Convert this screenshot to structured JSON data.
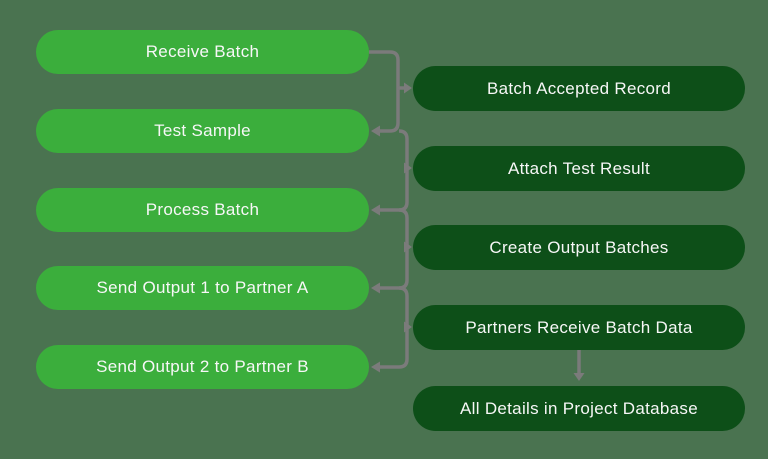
{
  "diagram": {
    "type": "flowchart",
    "left_steps": [
      {
        "label": "Receive Batch"
      },
      {
        "label": "Test Sample"
      },
      {
        "label": "Process Batch"
      },
      {
        "label": "Send Output 1 to Partner A"
      },
      {
        "label": "Send Output 2 to Partner B"
      }
    ],
    "right_steps": [
      {
        "label": "Batch Accepted Record"
      },
      {
        "label": "Attach Test Result"
      },
      {
        "label": "Create Output Batches"
      },
      {
        "label": "Partners Receive Batch Data"
      },
      {
        "label": "All Details in Project Database"
      }
    ],
    "connections": [
      {
        "from": "Receive Batch",
        "to": "Batch Accepted Record"
      },
      {
        "from": "Batch Accepted Record",
        "to": "Test Sample"
      },
      {
        "from": "Test Sample",
        "to": "Attach Test Result"
      },
      {
        "from": "Attach Test Result",
        "to": "Process Batch"
      },
      {
        "from": "Process Batch",
        "to": "Create Output Batches"
      },
      {
        "from": "Create Output Batches",
        "to": "Send Output 1 to Partner A"
      },
      {
        "from": "Send Output 1 to Partner A",
        "to": "Partners Receive Batch Data"
      },
      {
        "from": "Partners Receive Batch Data",
        "to": "Send Output 2 to Partner B"
      },
      {
        "from": "Partners Receive Batch Data",
        "to": "All Details in Project Database"
      }
    ]
  },
  "colors": {
    "background": "#4A7350",
    "left_box": "#3BAE3C",
    "right_box": "#0D4F18",
    "connector": "#7B7B7B",
    "text": "#F7F7F7"
  }
}
